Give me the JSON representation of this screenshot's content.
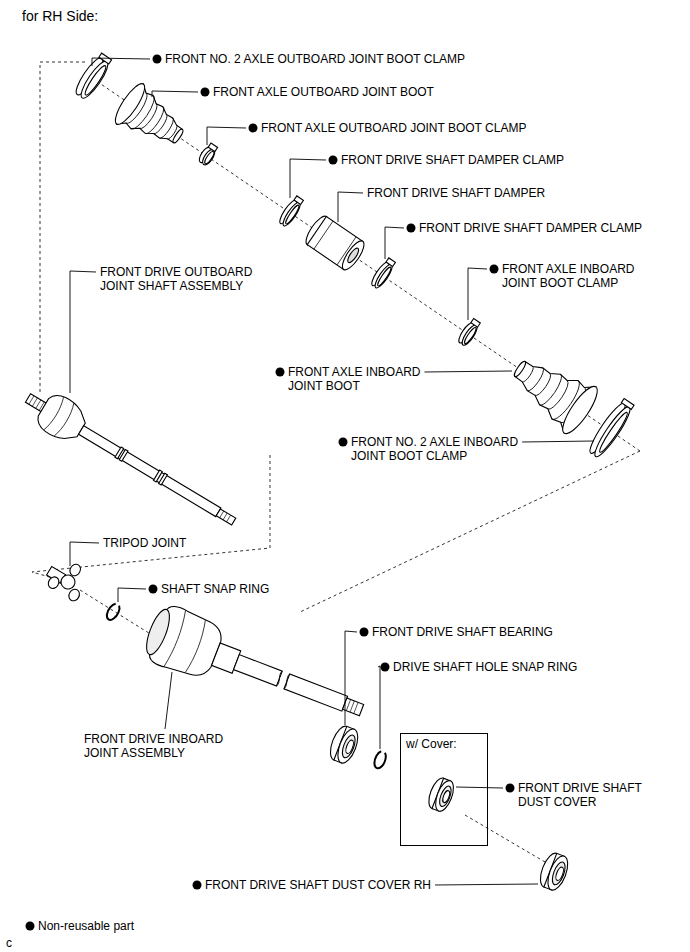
{
  "diagram": {
    "title": "for RH Side:",
    "nodes": [
      {
        "text": [
          "w/ Cover:"
        ]
      }
    ],
    "labels": [
      "FRONT NO. 2 AXLE OUTBOARD JOINT BOOT CLAMP",
      "FRONT AXLE OUTBOARD JOINT BOOT",
      "FRONT AXLE OUTBOARD JOINT BOOT CLAMP",
      "FRONT DRIVE SHAFT DAMPER CLAMP",
      "FRONT DRIVE SHAFT DAMPER",
      "FRONT DRIVE SHAFT DAMPER CLAMP",
      "FRONT AXLE INBOARD JOINT BOOT CLAMP",
      "FRONT DRIVE OUTBOARD JOINT SHAFT ASSEMBLY",
      "FRONT AXLE INBOARD JOINT BOOT",
      "FRONT NO. 2 AXLE INBOARD JOINT BOOT CLAMP",
      "TRIPOD JOINT",
      "SHAFT SNAP RING",
      "FRONT DRIVE SHAFT BEARING",
      "DRIVE SHAFT HOLE SNAP RING",
      "FRONT DRIVE INBOARD JOINT ASSEMBLY",
      "FRONT DRIVE SHAFT DUST COVER",
      "FRONT DRIVE SHAFT DUST COVER RH",
      "c"
    ],
    "legend": [
      {
        "text": "Non-reusable part"
      }
    ]
  }
}
